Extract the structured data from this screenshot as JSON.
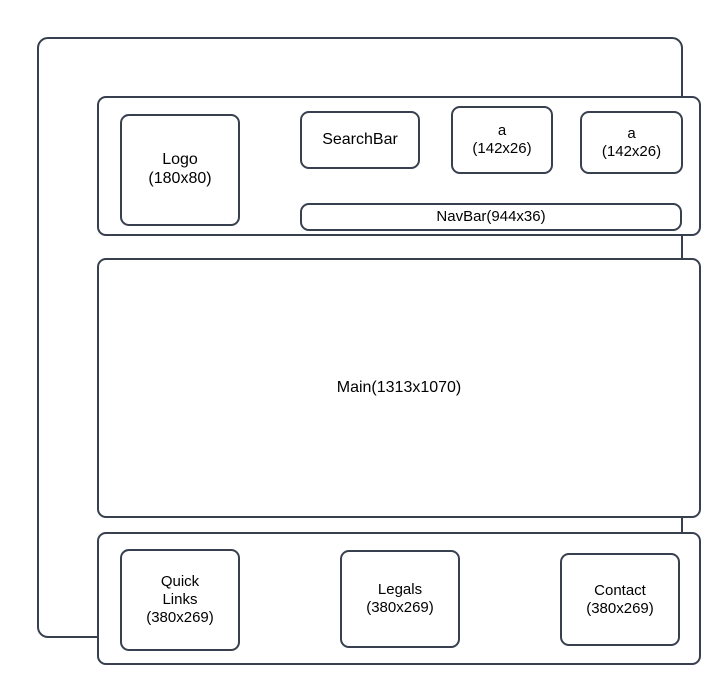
{
  "diagram": {
    "type": "layout-wireframe",
    "page_frame": {
      "label": ""
    },
    "header": {
      "label": "",
      "logo": {
        "label": "Logo\n(180x80)",
        "name": "Logo",
        "size": "180x80"
      },
      "searchbar": {
        "label": "SearchBar",
        "name": "SearchBar"
      },
      "anchors": [
        {
          "label": "a\n(142x26)",
          "name": "a",
          "size": "142x26"
        },
        {
          "label": "a\n(142x26)",
          "name": "a",
          "size": "142x26"
        }
      ],
      "navbar": {
        "label": "NavBar(944x36)",
        "name": "NavBar",
        "size": "944x36"
      }
    },
    "main": {
      "label": "Main(1313x1070)",
      "name": "Main",
      "size": "1313x1070"
    },
    "footer": {
      "label": "",
      "columns": [
        {
          "label": "Quick\nLinks\n(380x269)",
          "name": "Quick Links",
          "size": "380x269"
        },
        {
          "label": "Legals\n(380x269)",
          "name": "Legals",
          "size": "380x269"
        },
        {
          "label": "Contact\n(380x269)",
          "name": "Contact",
          "size": "380x269"
        }
      ]
    },
    "colors": {
      "stroke": "#38404f",
      "fill": "#ffffff",
      "text": "#000000",
      "background": "#ffffff"
    }
  }
}
